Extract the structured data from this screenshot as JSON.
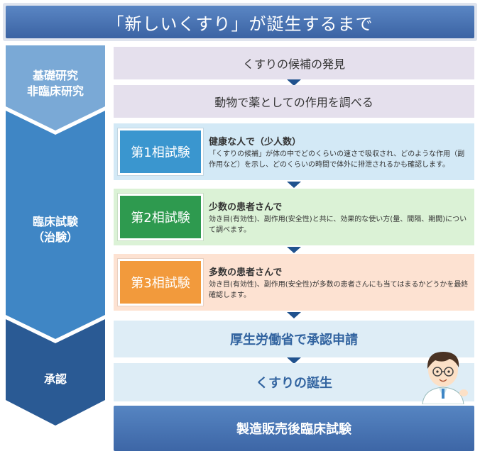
{
  "title": "「新しいくすり」が誕生するまで",
  "phases": {
    "basic": [
      "基礎研究",
      "非臨床研究"
    ],
    "clinical": [
      "臨床試験",
      "（治験）"
    ],
    "approval": [
      "承認"
    ]
  },
  "steps": {
    "discovery": "くすりの候補の発見",
    "animal": "動物で薬としての作用を調べる",
    "phase1": {
      "badge": "第1相試験",
      "head": "健康な人で（少人数）",
      "desc": "「くすりの候補」が体の中でどのくらいの速さで吸収され、どのような作用（副作用など）を示し、どのくらいの時間で体外に排泄されるかも確認します。"
    },
    "phase2": {
      "badge": "第2相試験",
      "head": "少数の患者さんで",
      "desc": "効き目(有効性)、副作用(安全性)と共に、効果的な使い方(量、間隔、期間)について調べます。"
    },
    "phase3": {
      "badge": "第3相試験",
      "head": "多数の患者さんで",
      "desc": "効き目(有効性)、副作用(安全性)が多数の患者さんにも当てはまるかどうかを最終確認します。"
    },
    "apply": "厚生労働省で承認申請",
    "birth": "くすりの誕生",
    "post": "製造販売後臨床試験"
  },
  "colors": {
    "phase1": "#3a96cf",
    "phase2": "#2e9a4f",
    "phase3": "#f29a3c",
    "phase1_bg": "#d3e9f6",
    "phase2_bg": "#dbf2d6",
    "phase3_bg": "#fde2d2",
    "chevron_top": "#7aa9d6",
    "chevron_mid": "#3f86c5",
    "chevron_bot": "#2a5a94"
  }
}
